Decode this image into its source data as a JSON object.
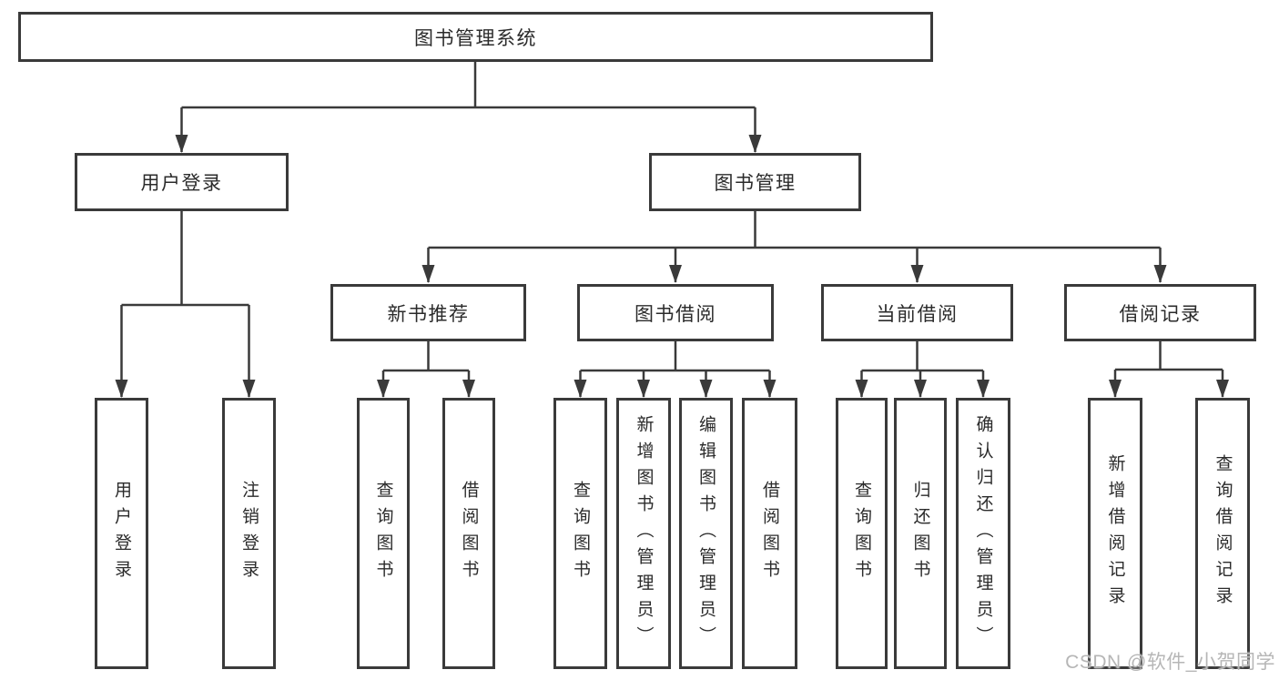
{
  "tree": {
    "label": "图书管理系统",
    "children": [
      {
        "label": "用户登录",
        "children": [
          {
            "label": "用户登录"
          },
          {
            "label": "注销登录"
          }
        ]
      },
      {
        "label": "图书管理",
        "children": [
          {
            "label": "新书推荐",
            "children": [
              {
                "label": "查询图书"
              },
              {
                "label": "借阅图书"
              }
            ]
          },
          {
            "label": "图书借阅",
            "children": [
              {
                "label": "查询图书"
              },
              {
                "label": "新增图书（管理员）"
              },
              {
                "label": "编辑图书（管理员）"
              },
              {
                "label": "借阅图书"
              }
            ]
          },
          {
            "label": "当前借阅",
            "children": [
              {
                "label": "查询图书"
              },
              {
                "label": "归还图书"
              },
              {
                "label": "确认归还（管理员）"
              }
            ]
          },
          {
            "label": "借阅记录",
            "children": [
              {
                "label": "新增借阅记录"
              },
              {
                "label": "查询借阅记录"
              }
            ]
          }
        ]
      }
    ]
  },
  "watermark": {
    "text": "CSDN @软件_小贺同学"
  },
  "colors": {
    "line": "#3a3a3a",
    "box_border": "#3a3a3a",
    "box_background": "#ffffff",
    "text": "#2b2b2b",
    "watermark": "#b6b6b6",
    "page_background": "#ffffff"
  }
}
